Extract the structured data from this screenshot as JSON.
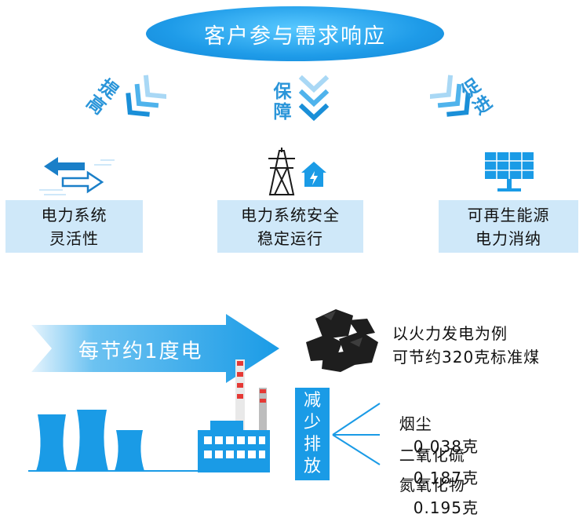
{
  "header": {
    "title": "客户参与需求响应"
  },
  "effects": [
    {
      "verb_chars": [
        "提",
        "高"
      ],
      "box_lines": [
        "电力系统",
        "灵活性"
      ],
      "icon": "exchange-arrows-icon"
    },
    {
      "verb_chars": [
        "保",
        "障"
      ],
      "box_lines": [
        "电力系统安全",
        "稳定运行"
      ],
      "icon": "power-tower-house-icon"
    },
    {
      "verb_chars": [
        "促",
        "进"
      ],
      "box_lines": [
        "可再生能源",
        "电力消纳"
      ],
      "icon": "solar-panel-icon"
    }
  ],
  "saving": {
    "arrow_label": "每节约1度电",
    "coal_lines": [
      "以火力发电为例",
      "可节约320克标准煤"
    ],
    "reduce_chars": [
      "减",
      "少",
      "排",
      "放"
    ],
    "emissions": [
      {
        "name": "烟尘",
        "amount": "0.038克"
      },
      {
        "name": "二氧化硫",
        "amount": "0.187克"
      },
      {
        "name": "氮氧化物",
        "amount": "0.195克"
      }
    ]
  },
  "colors": {
    "primary_blue": "#1a9be6",
    "light_blue_box": "#cfe8f9",
    "chevron_light": "#a9d8f5"
  }
}
